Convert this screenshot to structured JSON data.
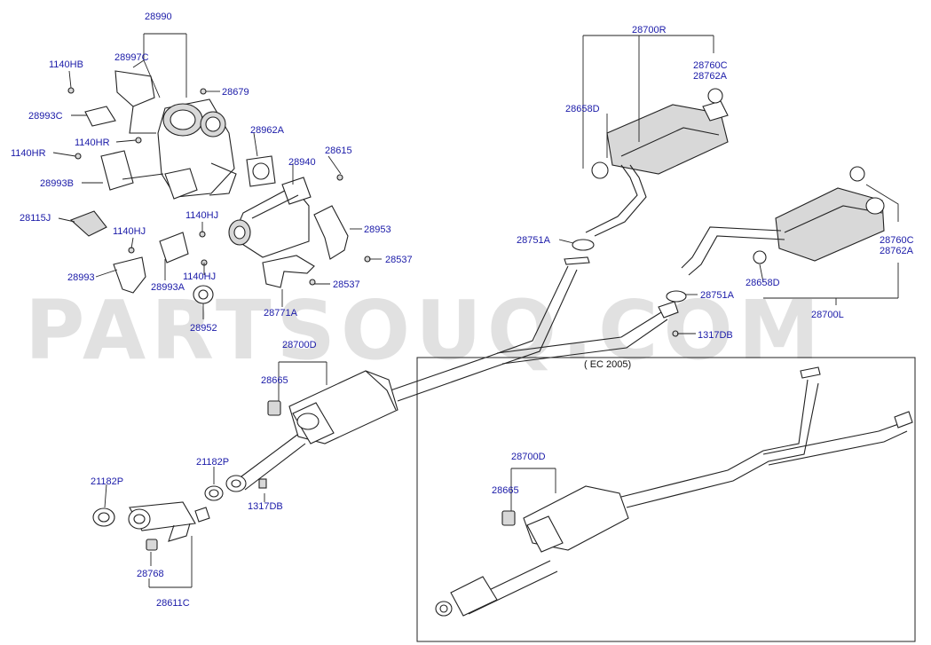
{
  "watermark": "PARTSOUQ.COM",
  "inset_note": "( EC 2005)",
  "labels": {
    "p28990": "28990",
    "p28997c": "28997C",
    "p1140hb": "1140HB",
    "p28679": "28679",
    "p28993c": "28993C",
    "p1140hr_a": "1140HR",
    "p1140hr_b": "1140HR",
    "p28993b": "28993B",
    "p28962a": "28962A",
    "p28940": "28940",
    "p28615": "28615",
    "p28115j": "28115J",
    "p1140hj_a": "1140HJ",
    "p1140hj_b": "1140HJ",
    "p1140hj_c": "1140HJ",
    "p28953": "28953",
    "p28537_a": "28537",
    "p28537_b": "28537",
    "p28993": "28993",
    "p28993a": "28993A",
    "p28771a": "28771A",
    "p28952": "28952",
    "p28700r": "28700R",
    "p28760c_a": "28760C",
    "p28762a_a": "28762A",
    "p28658d_a": "28658D",
    "p28751a_a": "28751A",
    "p28760c_b": "28760C",
    "p28762a_b": "28762A",
    "p28658d_b": "28658D",
    "p28751a_b": "28751A",
    "p28700l": "28700L",
    "p1317db_a": "1317DB",
    "p28700d_a": "28700D",
    "p28665_a": "28665",
    "p21182p_a": "21182P",
    "p1317db_b": "1317DB",
    "p21182p_b": "21182P",
    "p28768": "28768",
    "p28611c": "28611C",
    "p28700d_b": "28700D",
    "p28665_b": "28665"
  }
}
